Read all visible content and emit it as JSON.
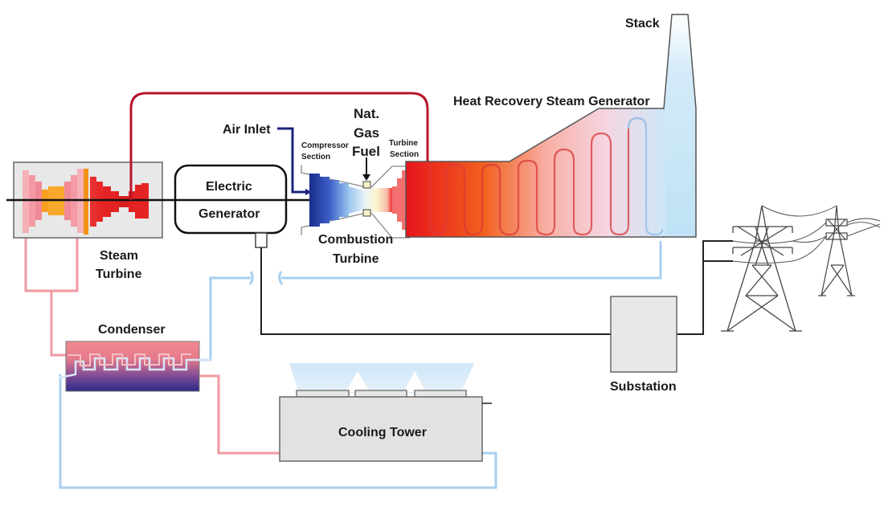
{
  "diagram": {
    "title": "Combined Cycle Power Plant",
    "labels": {
      "stack": "Stack",
      "hrsg": "Heat Recovery Steam Generator",
      "nat_gas_1": "Nat.",
      "nat_gas_2": "Gas",
      "nat_gas_3": "Fuel",
      "air_inlet": "Air Inlet",
      "compressor_1": "Compressor",
      "compressor_2": "Section",
      "turbine_section_1": "Turbine",
      "turbine_section_2": "Section",
      "electric_generator_1": "Electric",
      "electric_generator_2": "Generator",
      "combustion_turbine_1": "Combustion",
      "combustion_turbine_2": "Turbine",
      "steam_turbine_1": "Steam",
      "steam_turbine_2": "Turbine",
      "condenser": "Condenser",
      "cooling_tower": "Cooling Tower",
      "substation": "Substation"
    },
    "colors": {
      "steam_hot": "#c8102e",
      "steam_warm": "#f08c8c",
      "cold_water": "#a8cff0",
      "air": "#1a237e",
      "power_line": "#222222",
      "box_fill": "#e6e6e6",
      "outline": "#555555"
    }
  }
}
